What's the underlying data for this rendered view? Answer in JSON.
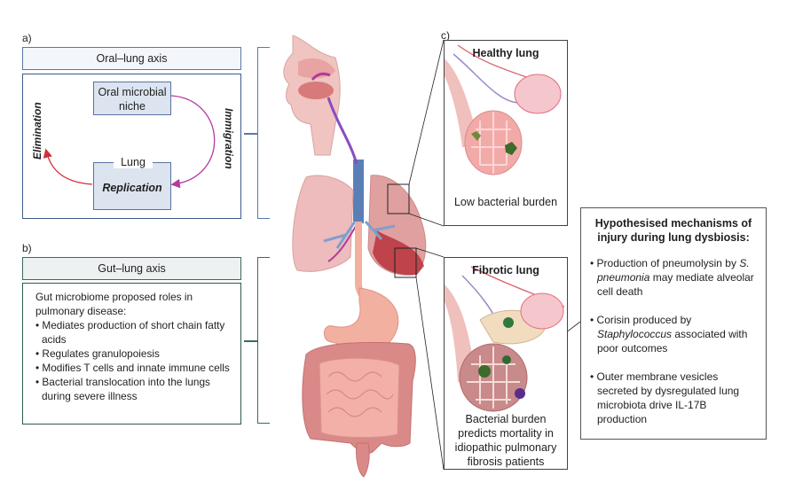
{
  "panels": {
    "a": {
      "label": "a)",
      "header": "Oral–lung axis",
      "source_node": "Oral microbial niche",
      "lung_node_tag": "Lung",
      "lung_node_text": "Replication",
      "arrow_in_label": "Immigration",
      "arrow_out_label": "Elimination"
    },
    "b": {
      "label": "b)",
      "header": "Gut–lung axis",
      "intro": "Gut microbiome proposed roles in pulmonary disease:",
      "roles": [
        "Mediates production of short chain fatty acids",
        "Regulates granulopoiesis",
        "Modifies T cells and innate immune cells",
        "Bacterial translocation into the lungs during severe illness"
      ]
    },
    "c": {
      "label": "c)",
      "healthy": {
        "title": "Healthy lung",
        "caption": "Low bacterial burden"
      },
      "fibrotic": {
        "title": "Fibrotic lung",
        "caption": "Bacterial burden predicts mortality in idiopathic pulmonary fibrosis patients"
      }
    }
  },
  "mechanisms": {
    "title": "Hypothesised mechanisms of injury during lung dysbiosis:",
    "items": [
      {
        "pre": "Production of pneumolysin by ",
        "italic": "S. pneumonia",
        "post": " may mediate alveolar cell death"
      },
      {
        "pre": "Corisin produced by ",
        "italic": "Staphylococcus",
        "post": " associated with poor outcomes"
      },
      {
        "pre": "Outer membrane vesicles secreted by dysregulated lung microbiota drive IL-17B production",
        "italic": "",
        "post": ""
      }
    ]
  },
  "colors": {
    "oral_axis": "#5a79a8",
    "gut_axis": "#3b6a5e",
    "immigration_arrow": "#b33a9e",
    "elimination_arrow": "#d0303a",
    "tissue_pink": "#e8a3a3",
    "fibrotic_red": "#c0303a"
  }
}
